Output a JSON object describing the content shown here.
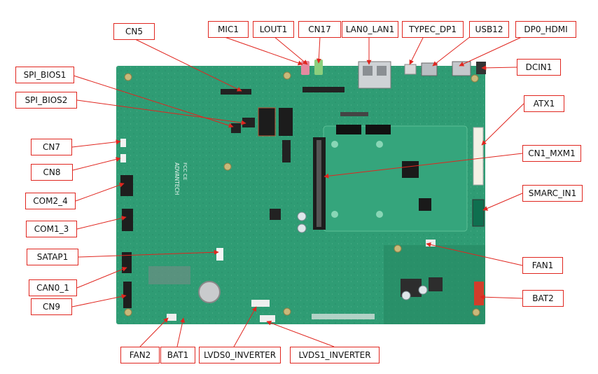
{
  "board": {
    "silkscreen_brand": "ADVANTECH",
    "silkscreen_marks": "FCC  CE"
  },
  "connectors": [
    {
      "id": "cn5",
      "label": "CN5"
    },
    {
      "id": "mic1",
      "label": "MIC1"
    },
    {
      "id": "lout1",
      "label": "LOUT1"
    },
    {
      "id": "cn17",
      "label": "CN17"
    },
    {
      "id": "lan0-lan1",
      "label": "LAN0_LAN1"
    },
    {
      "id": "typec-dp1",
      "label": "TYPEC_DP1"
    },
    {
      "id": "usb12",
      "label": "USB12"
    },
    {
      "id": "dp0-hdmi",
      "label": "DP0_HDMI"
    },
    {
      "id": "dcin1",
      "label": "DCIN1"
    },
    {
      "id": "spi-bios1",
      "label": "SPI_BIOS1"
    },
    {
      "id": "spi-bios2",
      "label": "SPI_BIOS2"
    },
    {
      "id": "atx1",
      "label": "ATX1"
    },
    {
      "id": "cn7",
      "label": "CN7"
    },
    {
      "id": "cn8",
      "label": "CN8"
    },
    {
      "id": "cn1-mxm1",
      "label": "CN1_MXM1"
    },
    {
      "id": "com2-4",
      "label": "COM2_4"
    },
    {
      "id": "smarc-in1",
      "label": "SMARC_IN1"
    },
    {
      "id": "com1-3",
      "label": "COM1_3"
    },
    {
      "id": "satap1",
      "label": "SATAP1"
    },
    {
      "id": "fan1",
      "label": "FAN1"
    },
    {
      "id": "can0-1",
      "label": "CAN0_1"
    },
    {
      "id": "bat2",
      "label": "BAT2"
    },
    {
      "id": "cn9",
      "label": "CN9"
    },
    {
      "id": "fan2",
      "label": "FAN2"
    },
    {
      "id": "bat1",
      "label": "BAT1"
    },
    {
      "id": "lvds0-inverter",
      "label": "LVDS0_INVERTER"
    },
    {
      "id": "lvds1-inverter",
      "label": "LVDS1_INVERTER"
    }
  ]
}
